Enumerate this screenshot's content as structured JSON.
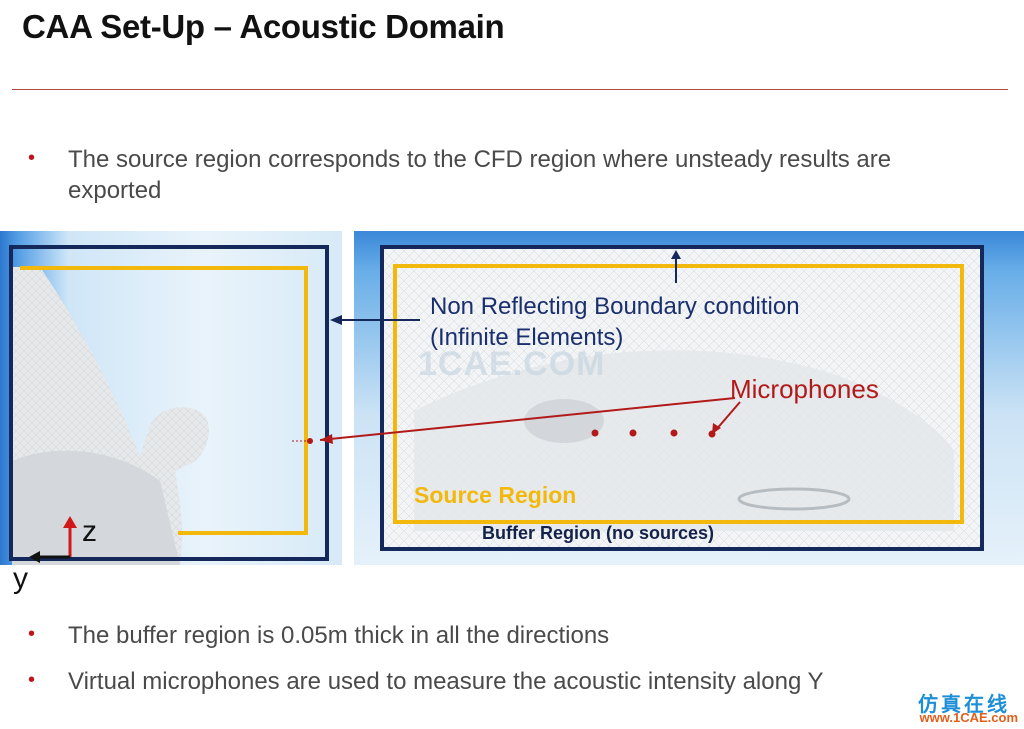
{
  "slide": {
    "title": "CAA Set-Up – Acoustic Domain",
    "bullets_top": [
      {
        "line1": "The source region corresponds to the CFD region where unsteady results are",
        "line2": "exported"
      }
    ],
    "bullets_bottom": [
      "The buffer region is 0.05m thick in all the directions",
      "Virtual microphones are used to measure the acoustic intensity along Y"
    ]
  },
  "figure": {
    "nrb_label_line1": "Non Reflecting Boundary condition",
    "nrb_label_line2": "(Infinite Elements)",
    "microphones_label": "Microphones",
    "source_region_label": "Source Region",
    "buffer_region_label": "Buffer Region (no sources)",
    "axis_z": "z",
    "axis_y": "y",
    "watermark": "1CAE.COM",
    "colors": {
      "boundary": "#14285c",
      "source_region": "#f2b90c",
      "microphone": "#b21a1a",
      "bullet": "#c0141c"
    }
  },
  "logo": {
    "chinese": "仿真在线",
    "url": "www.1CAE.com"
  }
}
